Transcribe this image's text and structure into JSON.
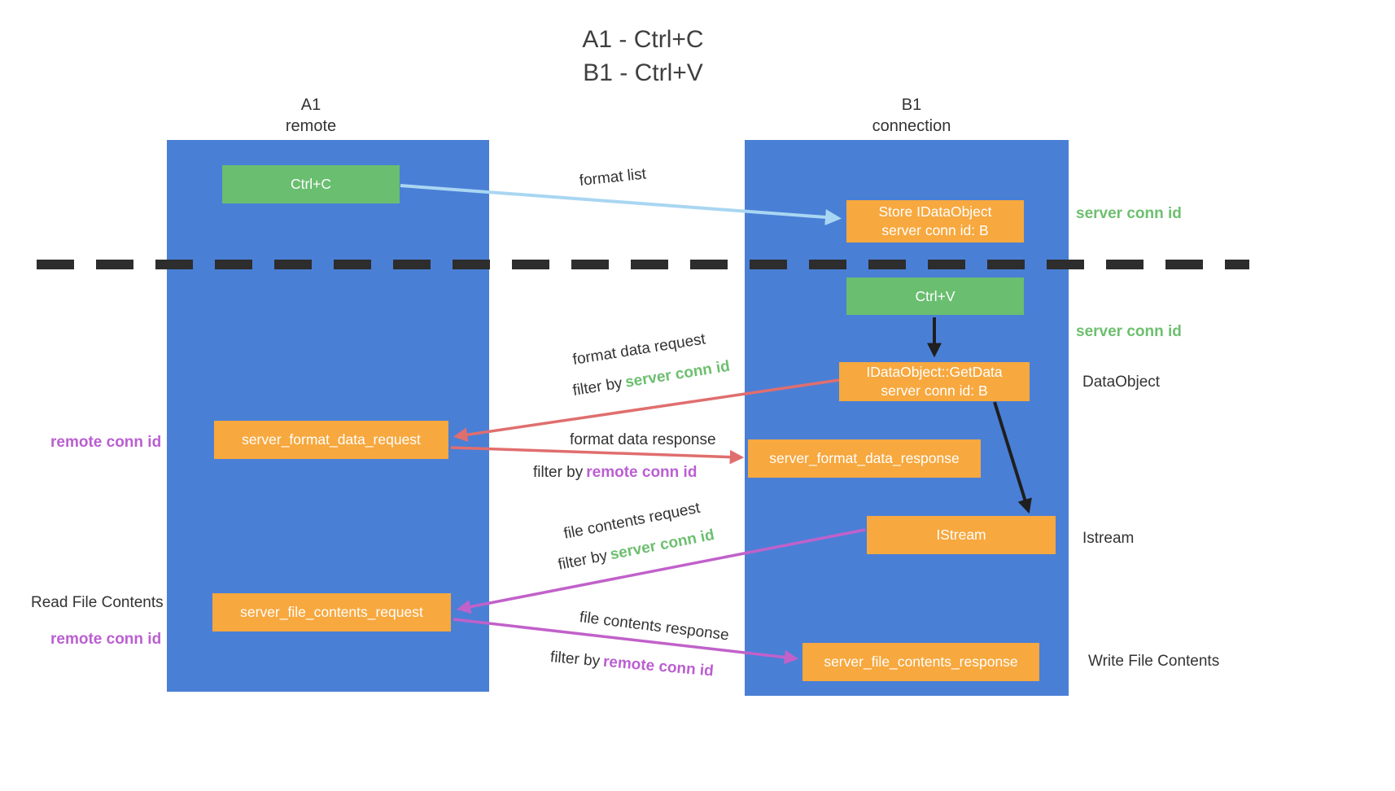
{
  "title": {
    "line1": "A1 - Ctrl+C",
    "line2": "B1 - Ctrl+V"
  },
  "lanes": {
    "left": {
      "name": "A1",
      "subtitle": "remote"
    },
    "right": {
      "name": "B1",
      "subtitle": "connection"
    }
  },
  "nodes": {
    "ctrl_c": "Ctrl+C",
    "store_idataobject": {
      "line1": "Store IDataObject",
      "line2": "server conn id: B"
    },
    "ctrl_v": "Ctrl+V",
    "getdata": {
      "line1": "IDataObject::GetData",
      "line2": "server conn id: B"
    },
    "server_format_data_request": "server_format_data_request",
    "server_format_data_response": "server_format_data_response",
    "istream": "IStream",
    "server_file_contents_request": "server_file_contents_request",
    "server_file_contents_response": "server_file_contents_response"
  },
  "edges": {
    "format_list": {
      "label": "format list"
    },
    "format_data_request": {
      "label": "format data request",
      "filter_prefix": "filter by",
      "filter_key": "server conn id"
    },
    "format_data_response": {
      "label": "format data response",
      "filter_prefix": "filter by",
      "filter_key": "remote conn id"
    },
    "file_contents_request": {
      "label": "file contents request",
      "filter_prefix": "filter by",
      "filter_key": "server conn id"
    },
    "file_contents_response": {
      "label": "file contents response",
      "filter_prefix": "filter by",
      "filter_key": "remote conn id"
    }
  },
  "side_labels": {
    "server_conn_id_top": "server conn id",
    "server_conn_id_mid": "server conn id",
    "dataobject": "DataObject",
    "istream": "Istream",
    "read_file_contents": "Read File Contents",
    "write_file_contents": "Write File Contents",
    "remote_conn_id_mid": "remote conn id",
    "remote_conn_id_bottom": "remote conn id"
  },
  "colors": {
    "lane_blue": "#4A7FD6",
    "box_green": "#69BE6F",
    "box_orange": "#F7A83E",
    "text_green": "#6DBF6F",
    "text_purple": "#BA5FD1",
    "arrow_red": "#E06E6E",
    "arrow_purple": "#C161CA",
    "arrow_light_blue": "#A9D6F2",
    "arrow_black": "#1F1F1F",
    "dashed_line": "#2D2D2D"
  }
}
